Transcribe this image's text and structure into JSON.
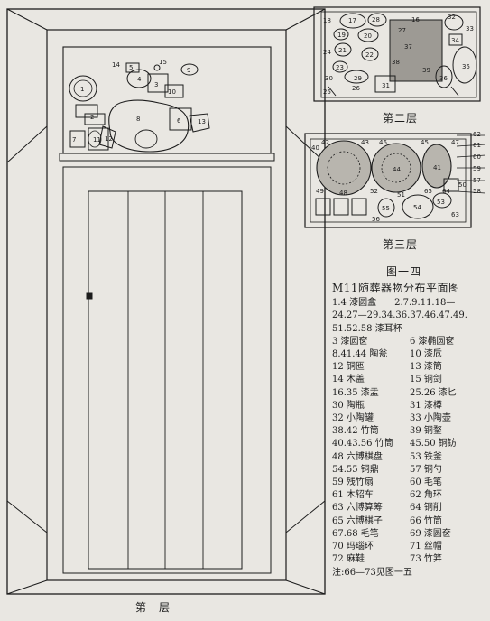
{
  "figure": {
    "number": "图一四",
    "title": "M11随葬器物分布平面图"
  },
  "layers": {
    "layer1": "第一层",
    "layer2": "第二层",
    "layer3": "第三层"
  },
  "legend": {
    "block1": "1.4 漆圆盒　　2.7.9.11.18—",
    "block1b": "24.27—29.34.36.37.46.47.49.",
    "block1c": "51.52.58 漆耳杯",
    "rows": [
      [
        "3 漆圆奁",
        "6 漆椭圆奁"
      ],
      [
        "8.41.44 陶瓮",
        "10 漆卮"
      ],
      [
        "12 铜匜",
        "13 漆筒"
      ],
      [
        "14 木盖",
        "15 铜剑"
      ],
      [
        "16.35 漆盂",
        "25.26 漆匕"
      ],
      [
        "30 陶瓶",
        "31 漆樽"
      ],
      [
        "32 小陶罐",
        "33 小陶壶"
      ],
      [
        "38.42 竹筒",
        "39 铜鍪"
      ],
      [
        "40.43.56 竹筒",
        "45.50 铜钫"
      ],
      [
        "48 六博棋盘",
        "53 铁釜"
      ],
      [
        "54.55 铜鼎",
        "57 铜勺"
      ],
      [
        "59 残竹扇",
        "60 毛笔"
      ],
      [
        "61 木轺车",
        "62 角环"
      ],
      [
        "63 六博算筹",
        "64 铜削"
      ],
      [
        "65 六博棋子",
        "66 竹筒"
      ],
      [
        "67.68 毛笔",
        "69 漆圆奁"
      ],
      [
        "70 玛瑙环",
        "71 丝帽"
      ],
      [
        "72 麻鞋",
        "73 竹笄"
      ]
    ],
    "note": "注:66—73见图一五"
  },
  "labels": {
    "l1": [
      "1",
      "2",
      "3",
      "4",
      "5",
      "6",
      "7",
      "8",
      "9",
      "10",
      "11",
      "12",
      "13",
      "14",
      "15"
    ],
    "l2": [
      "16",
      "17",
      "18",
      "19",
      "20",
      "21",
      "22",
      "23",
      "24",
      "25",
      "26",
      "27",
      "28",
      "29",
      "30",
      "31",
      "32",
      "33",
      "34",
      "35",
      "36",
      "37",
      "38",
      "39"
    ],
    "l3": [
      "40",
      "41",
      "42",
      "43",
      "44",
      "45",
      "46",
      "47",
      "48",
      "49",
      "50",
      "51",
      "52",
      "53",
      "54",
      "55",
      "56",
      "57",
      "58",
      "59",
      "60",
      "61",
      "62",
      "63",
      "64",
      "65"
    ]
  }
}
